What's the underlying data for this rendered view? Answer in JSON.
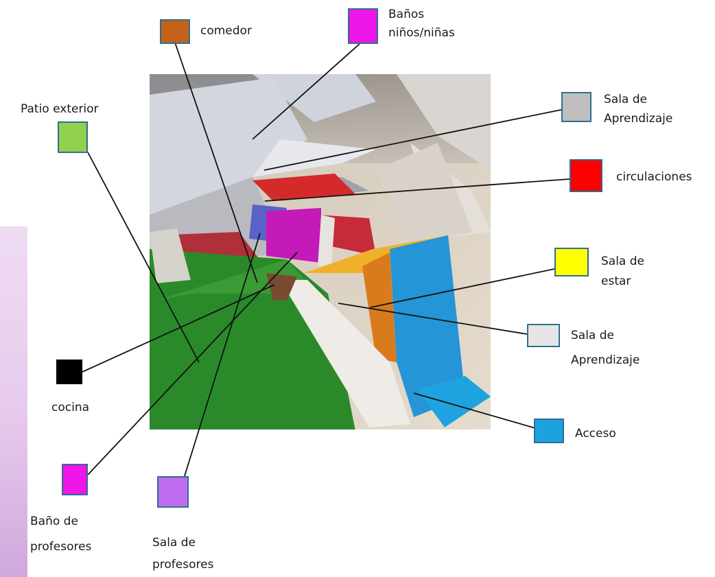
{
  "labels": {
    "comedor": "comedor",
    "banos_ninos_1": "Baños",
    "banos_ninos_2": "niños/niñas",
    "patio_exterior": "Patio exterior",
    "sala_aprendizaje_top_1": "Sala de",
    "sala_aprendizaje_top_2": "Aprendizaje",
    "circulaciones": "circulaciones",
    "sala_estar_1": "Sala de",
    "sala_estar_2": "estar",
    "sala_aprendizaje_bottom_1": "Sala de",
    "sala_aprendizaje_bottom_2": "Aprendizaje",
    "cocina": "cocina",
    "acceso": "Acceso",
    "bano_profesores_1": "Baño de",
    "bano_profesores_2": "profesores",
    "sala_profesores_1": "Sala de",
    "sala_profesores_2": "profesores"
  },
  "colors": {
    "comedor": "#c4621a",
    "banos_ninos": "#ee16e8",
    "patio_exterior": "#92d050",
    "sala_aprendizaje_top": "#bfbfbf",
    "circulaciones": "#ff0000",
    "sala_estar": "#ffff00",
    "sala_aprendizaje_bottom": "#e6e6e6",
    "cocina": "#000000",
    "acceso": "#1ca2dc",
    "bano_profesores": "#ee16e8",
    "sala_profesores": "#c06cf0"
  }
}
